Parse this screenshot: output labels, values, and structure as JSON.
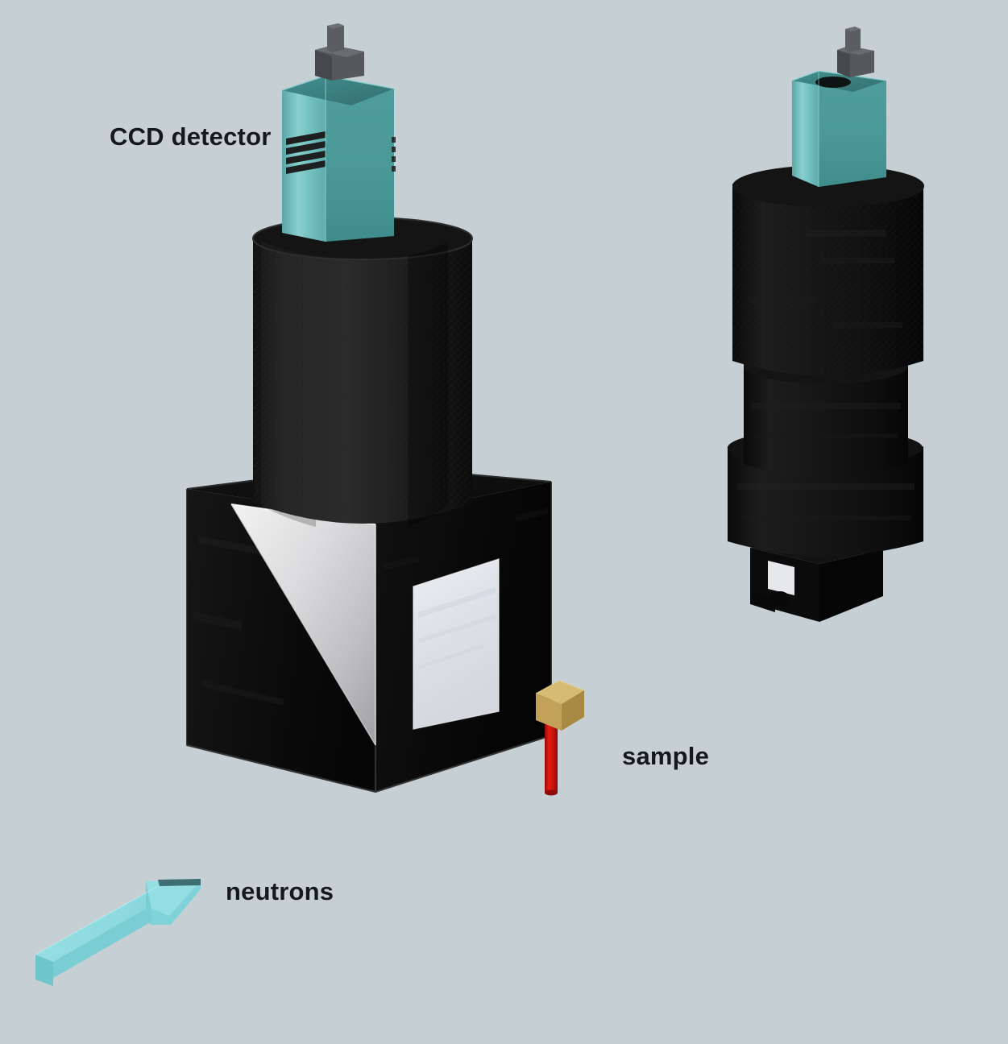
{
  "figure": {
    "kind": "3d-render",
    "description": "Schematic 3D rendering of a neutron imaging CCD detector box with mirror and scintillator screen, a sample on a holder, and a second detector assembly",
    "background_color": "#c6d0d4"
  },
  "labels": {
    "ccd_detector": "CCD detector",
    "sample": "sample",
    "neutrons": "neutrons"
  },
  "colors": {
    "background": "#c6d0d4",
    "camera_body_front": "#52a0a0",
    "camera_body_side": "#7fc6c6",
    "camera_body_top": "#3f8585",
    "camera_connector": "#55585a",
    "housing_black": "#1b1b1b",
    "box_black": "#0c0c0c",
    "box_face_dark": "#050505",
    "mirror_light": "#ededee",
    "mirror_dark": "#9a9a9e",
    "scintillator_screen": "#e2e4ea",
    "sample_cube": "#c4a35a",
    "sample_rod": "#d81410",
    "neutron_arrow": "#8fdbe0",
    "label_text": "#16191c"
  },
  "components": {
    "left_assembly": [
      {
        "name": "ccd-camera",
        "label": "CCD detector",
        "material": "teal housing with cooling fins and top connector"
      },
      {
        "name": "lens-housing-cylinder",
        "material": "black textured cylinder"
      },
      {
        "name": "detector-box",
        "material": "black light-tight box"
      },
      {
        "name": "mirror-45deg",
        "material": "front-surface mirror at 45 degrees"
      },
      {
        "name": "scintillator-screen",
        "material": "white scintillator screen window"
      }
    ],
    "right_assembly": [
      {
        "name": "ccd-camera",
        "material": "teal housing with top connector"
      },
      {
        "name": "upper-cylinder",
        "material": "black cylinder"
      },
      {
        "name": "mid-cylinder",
        "material": "black cylinder"
      },
      {
        "name": "lower-cylinder",
        "material": "black cylinder flange"
      },
      {
        "name": "base-box",
        "material": "black box with white label window"
      }
    ],
    "sample_assembly": [
      {
        "name": "sample-cube",
        "material": "gold / brass cube"
      },
      {
        "name": "sample-rod",
        "material": "red cylindrical holder rod"
      }
    ],
    "beam": [
      {
        "name": "neutron-beam-arrow",
        "label": "neutrons",
        "direction": "lower-left to upper-right"
      }
    ]
  }
}
